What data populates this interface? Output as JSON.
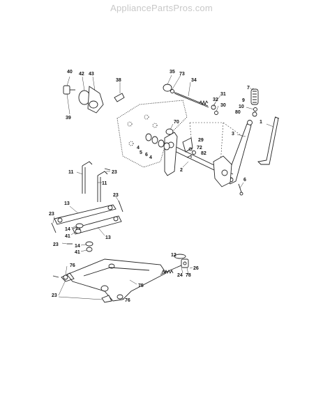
{
  "header": {
    "watermark": "AppliancePartsPros.com"
  },
  "parts": [
    {
      "id": "p1",
      "label": "1"
    },
    {
      "id": "p2",
      "label": "2"
    },
    {
      "id": "p3",
      "label": "3"
    },
    {
      "id": "p4a",
      "label": "4"
    },
    {
      "id": "p4b",
      "label": "4"
    },
    {
      "id": "p5",
      "label": "5"
    },
    {
      "id": "p6",
      "label": "6"
    },
    {
      "id": "p6b",
      "label": "6"
    },
    {
      "id": "p7",
      "label": "7"
    },
    {
      "id": "p9",
      "label": "9"
    },
    {
      "id": "p10",
      "label": "10"
    },
    {
      "id": "p11a",
      "label": "11"
    },
    {
      "id": "p11b",
      "label": "11"
    },
    {
      "id": "p12",
      "label": "12"
    },
    {
      "id": "p13a",
      "label": "13"
    },
    {
      "id": "p13b",
      "label": "13"
    },
    {
      "id": "p14a",
      "label": "14"
    },
    {
      "id": "p14b",
      "label": "14"
    },
    {
      "id": "p23a",
      "label": "23"
    },
    {
      "id": "p23b",
      "label": "23"
    },
    {
      "id": "p23c",
      "label": "23"
    },
    {
      "id": "p23d",
      "label": "23"
    },
    {
      "id": "p23e",
      "label": "23"
    },
    {
      "id": "p24",
      "label": "24"
    },
    {
      "id": "p26",
      "label": "26"
    },
    {
      "id": "p29",
      "label": "29"
    },
    {
      "id": "p30",
      "label": "30"
    },
    {
      "id": "p31",
      "label": "31"
    },
    {
      "id": "p32",
      "label": "32"
    },
    {
      "id": "p34",
      "label": "34"
    },
    {
      "id": "p35",
      "label": "35"
    },
    {
      "id": "p38",
      "label": "38"
    },
    {
      "id": "p39",
      "label": "39"
    },
    {
      "id": "p40",
      "label": "40"
    },
    {
      "id": "p41a",
      "label": "41"
    },
    {
      "id": "p41b",
      "label": "41"
    },
    {
      "id": "p42",
      "label": "42"
    },
    {
      "id": "p43",
      "label": "43"
    },
    {
      "id": "p70",
      "label": "70"
    },
    {
      "id": "p72",
      "label": "72"
    },
    {
      "id": "p73",
      "label": "73"
    },
    {
      "id": "p75",
      "label": "75"
    },
    {
      "id": "p76a",
      "label": "76"
    },
    {
      "id": "p76b",
      "label": "76"
    },
    {
      "id": "p78",
      "label": "78"
    },
    {
      "id": "p80",
      "label": "80"
    },
    {
      "id": "p82",
      "label": "82"
    }
  ]
}
